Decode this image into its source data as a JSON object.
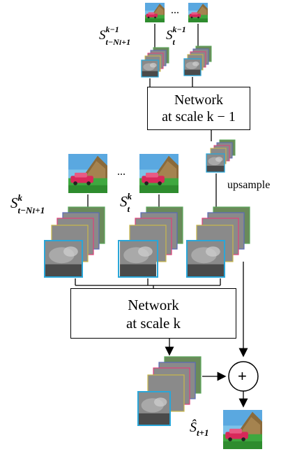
{
  "labels": {
    "dots_top": "...",
    "dots_mid": "...",
    "s_prev_first": "S",
    "s_prev_first_sup": "k−1",
    "s_prev_first_sub": "t−N",
    "s_prev_first_subsub": "I",
    "s_prev_first_subtail": "+1",
    "s_prev_last": "S",
    "s_prev_last_sup": "k−1",
    "s_prev_last_sub": "t",
    "s_cur_first": "S",
    "s_cur_first_sup": "k",
    "s_cur_first_sub": "t−N",
    "s_cur_first_subsub": "I",
    "s_cur_first_subtail": "+1",
    "s_cur_last": "S",
    "s_cur_last_sup": "k",
    "s_cur_last_sub": "t",
    "upsample": "upsample",
    "output": "Ŝ",
    "output_sub": "t+1",
    "plus": "+"
  },
  "net_small": {
    "line1": "Network",
    "line2": "at scale k − 1"
  },
  "net_large": {
    "line1": "Network",
    "line2": "at scale k"
  },
  "colors": {
    "sky": "#6fb8e6",
    "grass": "#3fa83f",
    "house": "#8a6a3a",
    "car": "#d8285a",
    "frame_cyan": "#2aa6d8",
    "frame_yellow": "#c9b84a",
    "frame_pink": "#e0407a",
    "frame_blue": "#5a6ab8",
    "frame_green": "#5aa85a",
    "gray_patch": "#707070"
  }
}
